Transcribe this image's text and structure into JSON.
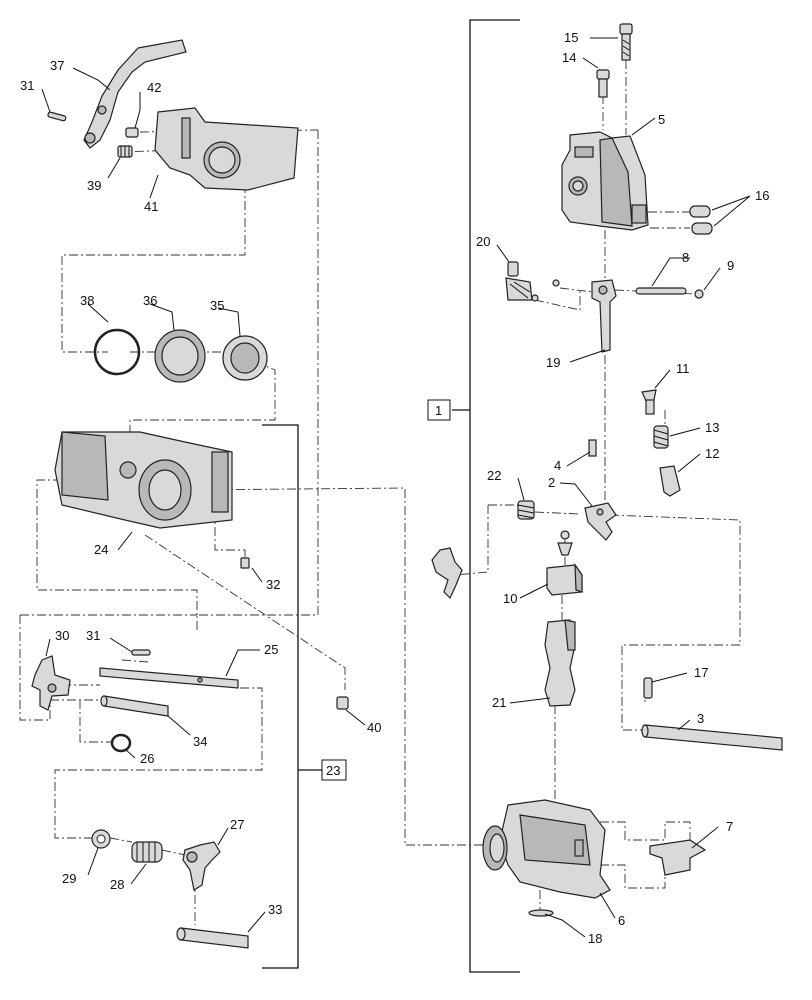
{
  "callouts": [
    {
      "id": "c1",
      "text": "1",
      "boxed": true
    },
    {
      "id": "c2",
      "text": "2"
    },
    {
      "id": "c3",
      "text": "3"
    },
    {
      "id": "c4",
      "text": "4"
    },
    {
      "id": "c5",
      "text": "5"
    },
    {
      "id": "c6",
      "text": "6"
    },
    {
      "id": "c7",
      "text": "7"
    },
    {
      "id": "c8",
      "text": "8"
    },
    {
      "id": "c9",
      "text": "9"
    },
    {
      "id": "c10",
      "text": "10"
    },
    {
      "id": "c11",
      "text": "11"
    },
    {
      "id": "c12",
      "text": "12"
    },
    {
      "id": "c13",
      "text": "13"
    },
    {
      "id": "c14",
      "text": "14"
    },
    {
      "id": "c15",
      "text": "15"
    },
    {
      "id": "c16",
      "text": "16"
    },
    {
      "id": "c17",
      "text": "17"
    },
    {
      "id": "c18",
      "text": "18"
    },
    {
      "id": "c19",
      "text": "19"
    },
    {
      "id": "c20",
      "text": "20"
    },
    {
      "id": "c21",
      "text": "21"
    },
    {
      "id": "c22",
      "text": "22"
    },
    {
      "id": "c23",
      "text": "23",
      "boxed": true
    },
    {
      "id": "c24",
      "text": "24"
    },
    {
      "id": "c25",
      "text": "25"
    },
    {
      "id": "c26",
      "text": "26"
    },
    {
      "id": "c27",
      "text": "27"
    },
    {
      "id": "c28",
      "text": "28"
    },
    {
      "id": "c29",
      "text": "29"
    },
    {
      "id": "c30",
      "text": "30"
    },
    {
      "id": "c31a",
      "text": "31"
    },
    {
      "id": "c31b",
      "text": "31"
    },
    {
      "id": "c32",
      "text": "32"
    },
    {
      "id": "c33",
      "text": "33"
    },
    {
      "id": "c34",
      "text": "34"
    },
    {
      "id": "c35",
      "text": "35"
    },
    {
      "id": "c36",
      "text": "36"
    },
    {
      "id": "c37",
      "text": "37"
    },
    {
      "id": "c38",
      "text": "38"
    },
    {
      "id": "c39",
      "text": "39"
    },
    {
      "id": "c40",
      "text": "40"
    },
    {
      "id": "c41",
      "text": "41"
    },
    {
      "id": "c42",
      "text": "42"
    }
  ]
}
